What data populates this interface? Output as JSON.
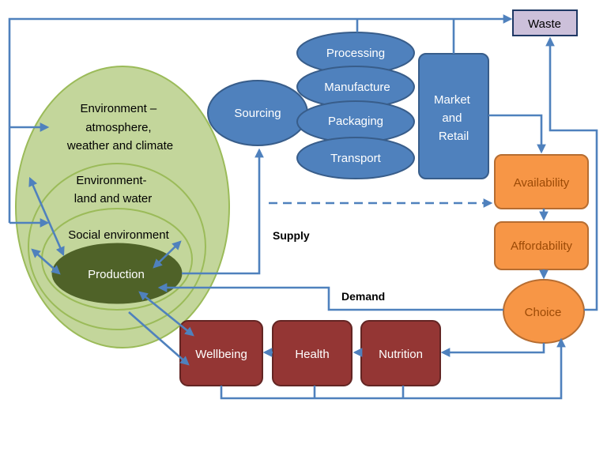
{
  "nodes": {
    "waste": "Waste",
    "processing": "Processing",
    "manufacture": "Manufacture",
    "packaging": "Packaging",
    "transport": "Transport",
    "sourcing": "Sourcing",
    "market_retail": [
      "Market",
      "and",
      "Retail"
    ],
    "environment_atmosphere": [
      "Environment –",
      "atmosphere,",
      "weather and climate"
    ],
    "environment_land": [
      "Environment-",
      "land and water"
    ],
    "social_environment": "Social environment",
    "production": "Production",
    "availability": "Availability",
    "affordability": "Affordability",
    "choice": "Choice",
    "wellbeing": "Wellbeing",
    "health": "Health",
    "nutrition": "Nutrition"
  },
  "labels": {
    "supply": "Supply",
    "demand": "Demand"
  },
  "colors": {
    "arrow": "#4f81bd",
    "blue_node": "#4f81bd",
    "orange_node": "#f79646",
    "red_node": "#943634",
    "green_env": "#c3d69b",
    "dark_production": "#4f6228",
    "waste_fill": "#ccc0da"
  }
}
